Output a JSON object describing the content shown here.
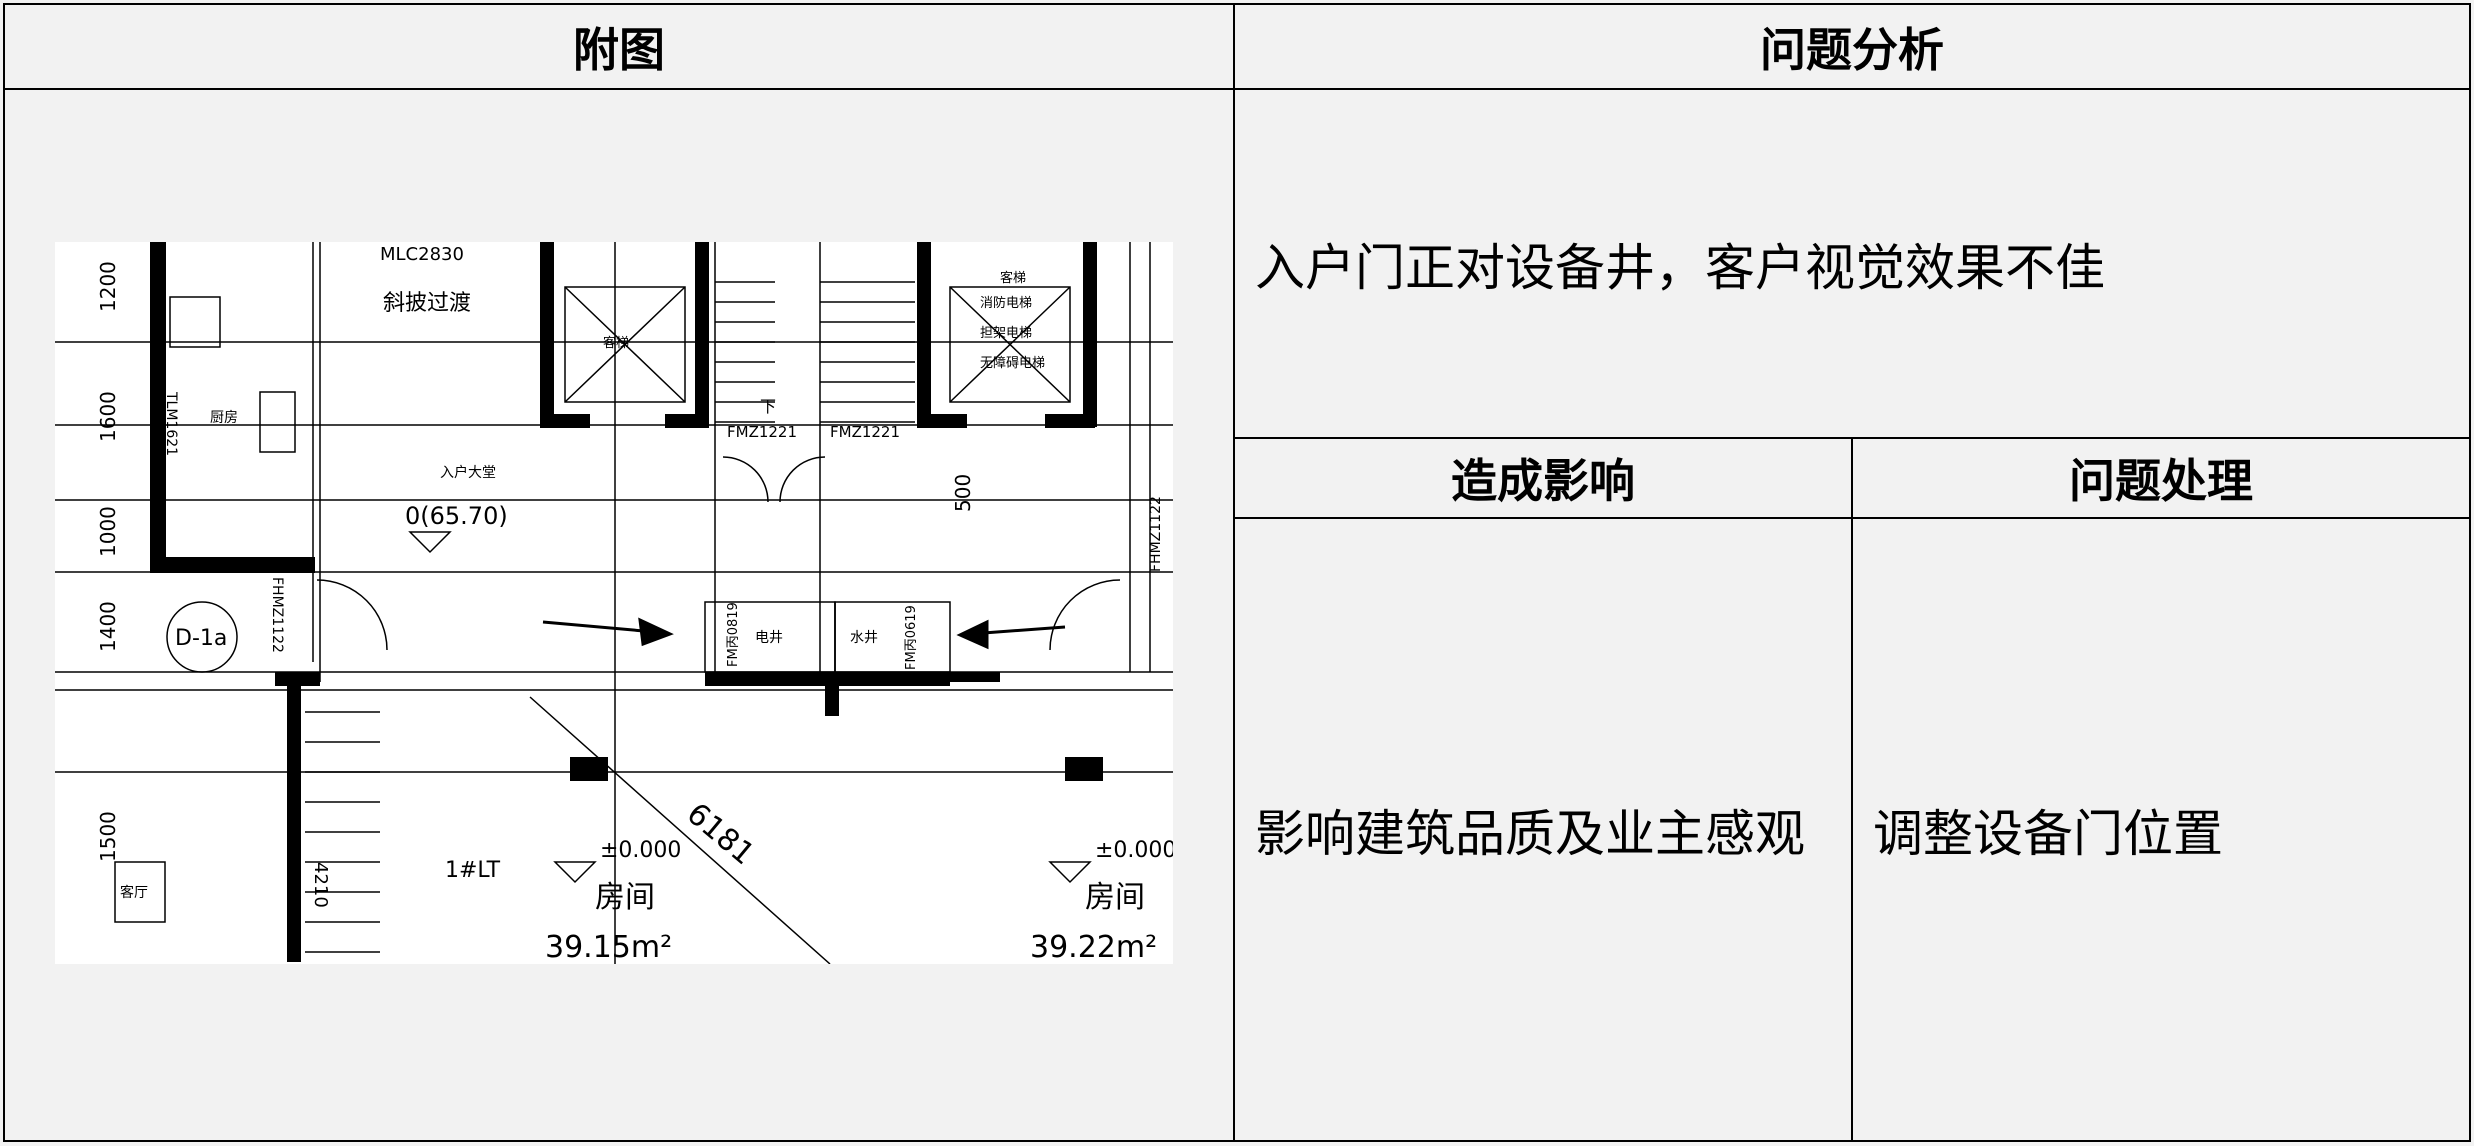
{
  "table": {
    "headers": {
      "figure": "附图",
      "analysis": "问题分析",
      "impact": "造成影响",
      "handling": "问题处理"
    },
    "analysis_text": "入户门正对设备井，客户视觉效果不佳",
    "impact_text": "影响建筑品质及业主感观",
    "handling_text": "调整设备门位置"
  },
  "plan_labels": {
    "mlc": "MLC2830",
    "ramp": "斜披过渡",
    "lobby": "入户大堂",
    "elev": "0(65.70)",
    "kitchen": "厨房",
    "tlm": "TLM1621",
    "unit": "D-1a",
    "fhm_left": "FHMZ1122",
    "fhm_right": "FHMZ1122",
    "fm1": "FMZ1221",
    "fm2": "FMZ1221",
    "down": "下",
    "dim500": "500",
    "elevator1": "客梯",
    "elevator2_a": "客梯",
    "elevator2_b": "消防电梯",
    "elevator2_c": "担架电梯",
    "elevator2_d": "无障碍电梯",
    "elec_shaft": "电井",
    "water_shaft": "水井",
    "fm_left": "FM丙0819",
    "fm_right": "FM丙0619",
    "dim1200": "1200",
    "dim1600": "1600",
    "dim1000": "1000",
    "dim1400": "1400",
    "dim1500": "1500",
    "lt": "1#LT",
    "level1": "±0.000",
    "level2": "±0.000",
    "room1": "房间",
    "room2": "房间",
    "area1": "39.15m²",
    "area2": "39.22m²",
    "dim6181": "6181",
    "guest": "客厅",
    "dim4210": "4210"
  }
}
